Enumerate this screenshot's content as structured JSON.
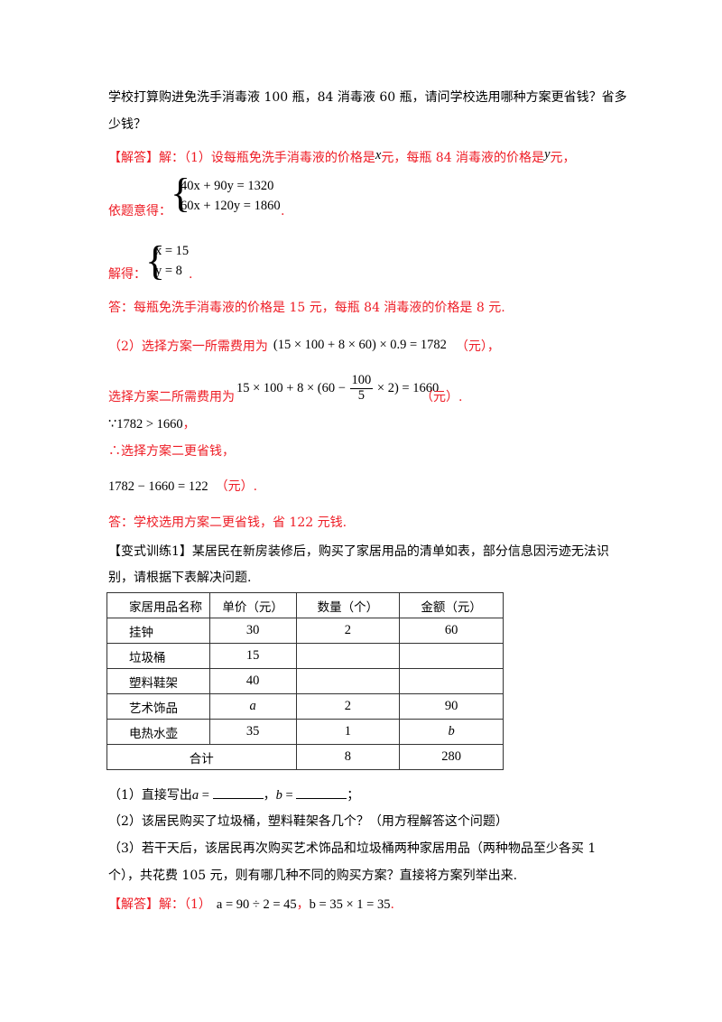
{
  "problem": {
    "line1": "学校打算购进免洗手消毒液 100 瓶，84 消毒液 60 瓶，请问学校选用哪种方案更省钱？省多",
    "line2": "少钱？"
  },
  "answer1": {
    "tag": "【解答】",
    "intro_a": "解：（1）设每瓶免洗手消毒液的价格是",
    "var_x": "x",
    "intro_b": "元，每瓶 84 消毒液的价格是",
    "var_y": "y",
    "intro_c": "元，",
    "system_label": "依题意得：",
    "eq1": "40x + 90y = 1320",
    "eq2": "60x + 120y = 1860",
    "period": ".",
    "solve_label": "解得：",
    "sol1": "x = 15",
    "sol2": "y = 8",
    "conclusion": "答：每瓶免洗手消毒液的价格是 15 元，每瓶 84 消毒液的价格是 8 元.",
    "plan1_label": "（2）选择方案一所需费用为",
    "plan1_expr": "(15 × 100 + 8 × 60) × 0.9 = 1782",
    "yuan_paren": "（元）",
    "comma": "，",
    "plan2_label": "选择方案二所需费用为",
    "plan2_expr_a": "15 × 100 + 8 × (60 − ",
    "plan2_frac_num": "100",
    "plan2_frac_den": "5",
    "plan2_expr_b": " × 2) = 1660",
    "because_expr": "∵1782 > 1660",
    "therefore": "∴选择方案二更省钱，",
    "diff_expr": "1782 − 1660 = 122",
    "final": "答：学校选用方案二更省钱，省 122 元钱."
  },
  "variant": {
    "line1": "【变式训练1】某居民在新房装修后，购买了家居用品的清单如表，部分信息因污迹无法识",
    "line2": "别，请根据下表解决问题."
  },
  "table": {
    "headers": [
      "家居用品名称",
      "单价（元）",
      "数量（个）",
      "金额（元）"
    ],
    "rows": [
      [
        "挂钟",
        "30",
        "2",
        "60"
      ],
      [
        "垃圾桶",
        "15",
        "",
        ""
      ],
      [
        "塑料鞋架",
        "40",
        "",
        ""
      ],
      [
        "艺术饰品",
        "a",
        "2",
        "90"
      ],
      [
        "电热水壶",
        "35",
        "1",
        "b"
      ]
    ],
    "total": [
      "合计",
      "8",
      "280"
    ]
  },
  "questions": {
    "q1_a": "（1）直接写出",
    "q1_var_a": "a",
    "q1_eq": " = ",
    "q1_sep": "，",
    "q1_var_b": "b",
    "q1_end": "；",
    "q2": "（2）该居民购买了垃圾桶，塑料鞋架各几个？（用方程解答这个问题）",
    "q3_line1": "（3）若干天后，该居民再次购买艺术饰品和垃圾桶两种家居用品（两种物品至少各买 1",
    "q3_line2": "个），共花费 105 元，则有哪几种不同的购买方案？直接将方案列举出来."
  },
  "answer2": {
    "tag": "【解答】",
    "text": "解：（1）",
    "expr_a": "a = 90 ÷ 2 = 45",
    "sep": "，",
    "expr_b": "b = 35 × 1 = 35",
    "end": "."
  }
}
